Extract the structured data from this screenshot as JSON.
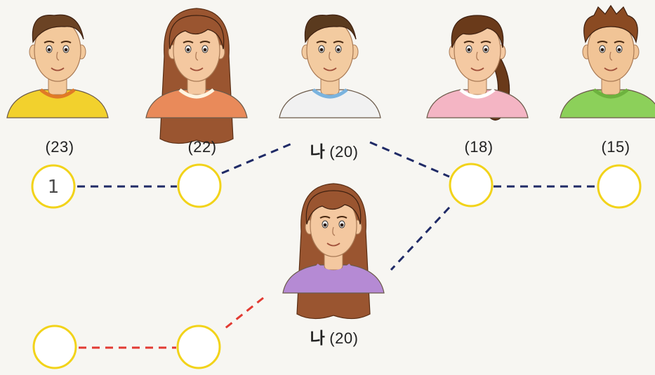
{
  "people": [
    {
      "id": "person-1",
      "age_label": "(23)",
      "skin": "#f3c99c",
      "hair": "#6b4324",
      "shirt": "#f2d12d",
      "collar": "#e07a26",
      "hair_style": "short"
    },
    {
      "id": "person-2",
      "age_label": "(22)",
      "skin": "#f4c8a0",
      "hair": "#9a5530",
      "shirt": "#e98a5a",
      "collar": "#fff4e0",
      "hair_style": "long"
    },
    {
      "id": "person-3",
      "name": "나",
      "age_label": "(20)",
      "skin": "#f3cba0",
      "hair": "#5a3a1e",
      "shirt": "#f1f1f1",
      "collar": "#7ab3de",
      "hair_style": "short"
    },
    {
      "id": "person-4",
      "age_label": "(18)",
      "skin": "#f4c9a2",
      "hair": "#6a3a1a",
      "shirt": "#f4b5c4",
      "collar": "#ffffff",
      "hair_style": "ponytail"
    },
    {
      "id": "person-5",
      "age_label": "(15)",
      "skin": "#f1c496",
      "hair": "#8a4a22",
      "shirt": "#8cd05a",
      "collar": "#6db23e",
      "hair_style": "spiky"
    },
    {
      "id": "person-6",
      "name": "나",
      "age_label": "(20)",
      "skin": "#f4c8a0",
      "hair": "#9a5530",
      "shirt": "#b58ad4",
      "collar": "#b58ad4",
      "hair_style": "wavy"
    }
  ],
  "circles": [
    {
      "id": "circle-1",
      "text": "1"
    },
    {
      "id": "circle-2",
      "text": ""
    },
    {
      "id": "circle-3",
      "text": ""
    },
    {
      "id": "circle-4",
      "text": ""
    },
    {
      "id": "circle-5",
      "text": ""
    },
    {
      "id": "circle-6",
      "text": ""
    }
  ],
  "colors": {
    "circle_stroke": "#f2d31a",
    "line_blue": "#1f2a66",
    "line_red": "#e23a32",
    "handwriting": "#4a4a4a"
  }
}
